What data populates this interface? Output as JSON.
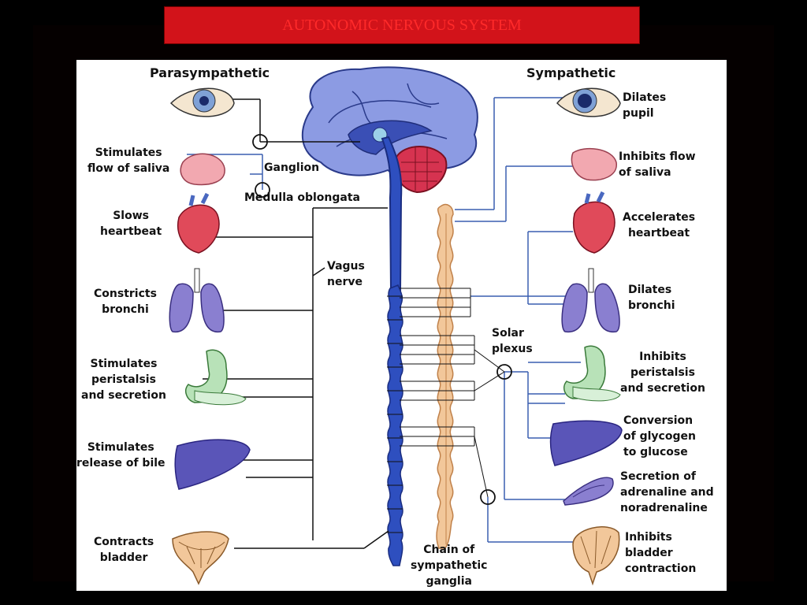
{
  "title": "AUTONOMIC NERVOUS SYSTEM",
  "headers": {
    "left": "Parasympathetic",
    "right": "Sympathetic"
  },
  "center_labels": {
    "ganglion": "Ganglion",
    "medulla": "Medulla oblongata",
    "vagus": "Vagus\nnerve",
    "solar": "Solar\nplexus",
    "chain": "Chain of\nsympathetic\nganglia"
  },
  "parasympathetic": [
    "Stimulates\nflow of saliva",
    "Slows\nheartbeat",
    "Constricts\nbronchi",
    "Stimulates\nperistalsis\nand secretion",
    "Stimulates\nrelease of bile",
    "Contracts\nbladder"
  ],
  "sympathetic": [
    "Dilates\npupil",
    "Inhibits flow\nof saliva",
    "Accelerates\nheartbeat",
    "Dilates\nbronchi",
    "Inhibits\nperistalsis\nand secretion",
    "Conversion\nof glycogen\nto glucose",
    "Secretion of\nadrenaline and\nnoradrenaline",
    "Inhibits\nbladder\ncontraction"
  ],
  "colors": {
    "title_bg": "#d2131a",
    "title_text": "#ff2a2a",
    "spinal_cord": "#2e4fbf",
    "ganglia_chain": "#f2c79a",
    "nerve_line": "#3a5fb0",
    "brain": "#8c9be3",
    "cerebellum": "#d63350"
  }
}
